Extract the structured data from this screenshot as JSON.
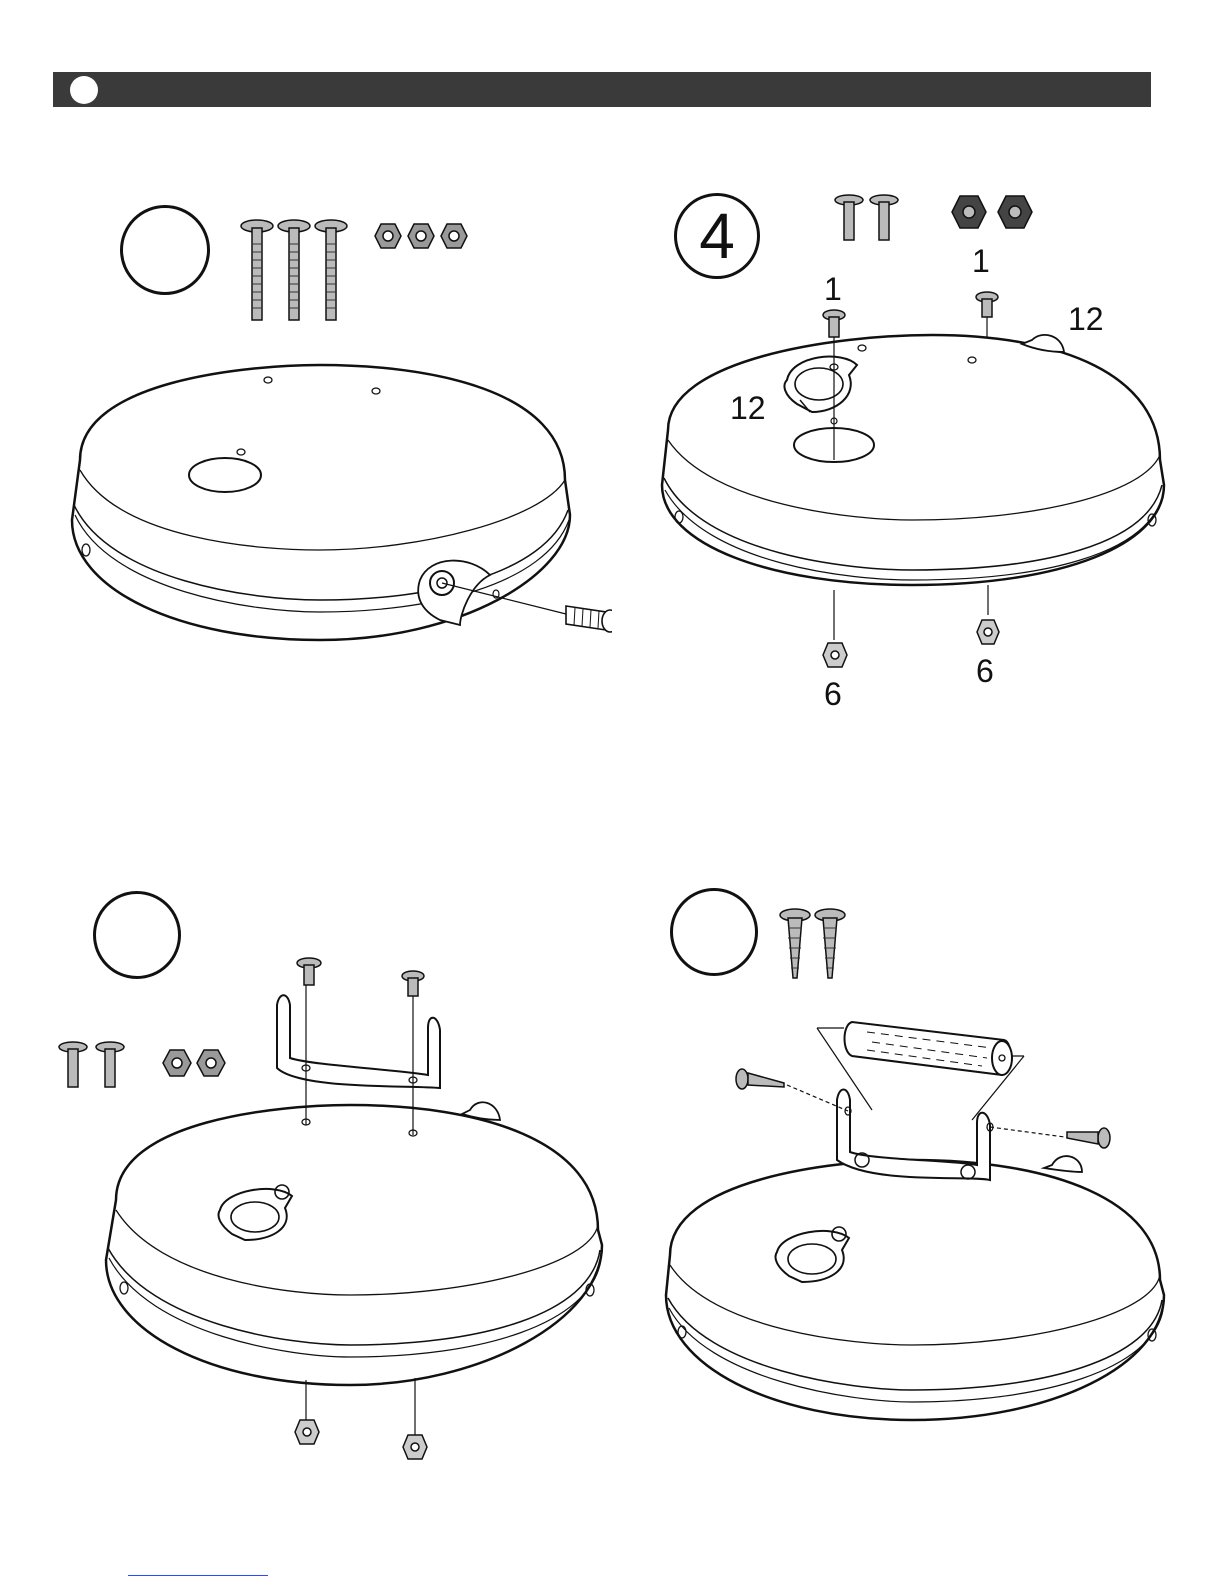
{
  "steps": [
    {
      "number": ""
    },
    {
      "number": "4"
    },
    {
      "number": ""
    },
    {
      "number": ""
    }
  ],
  "callouts": {
    "step4_bolt_count_left": "1",
    "step4_bolt_count_right": "1",
    "step4_part_12_left": "12",
    "step4_part_12_right": "12",
    "step4_nut_count_left": "6",
    "step4_nut_count_right": "6"
  },
  "colors": {
    "header": "#3a3a3a",
    "line": "#111111"
  }
}
